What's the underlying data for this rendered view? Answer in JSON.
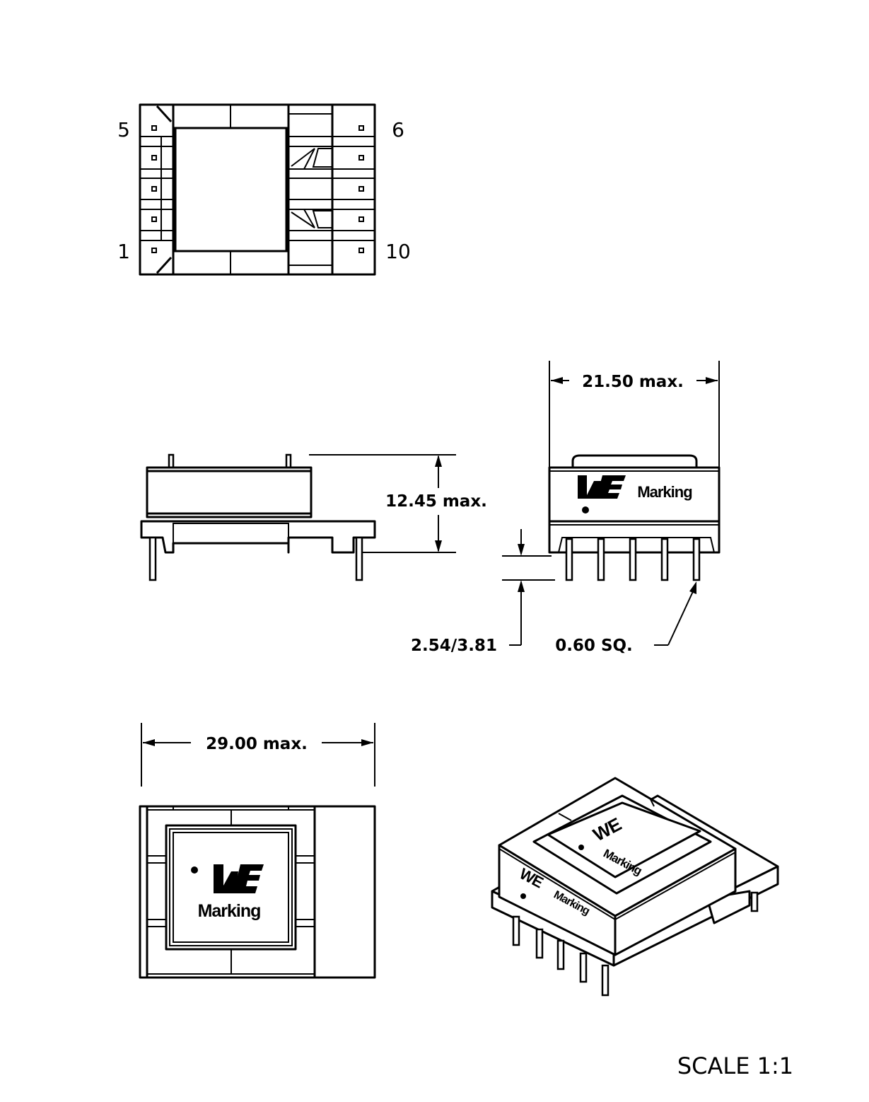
{
  "top_view": {
    "pin_labels": {
      "top_left": "5",
      "top_right": "6",
      "bottom_left": "1",
      "bottom_right": "10"
    }
  },
  "side_view": {
    "height_dim": "12.45  max."
  },
  "front_view": {
    "width_dim": "21.50  max.",
    "pin_offset_dim": "2.54/3.81",
    "pin_size_dim": "0.60  SQ.",
    "marking_text": "Marking",
    "logo_text": "WE"
  },
  "bottom_view": {
    "width_dim": "29.00  max.",
    "marking_text": "Marking",
    "logo_text": "WE"
  },
  "iso_view": {
    "marking_text": "Marking",
    "logo_text": "WE"
  },
  "scale_label": "SCALE  1:1"
}
